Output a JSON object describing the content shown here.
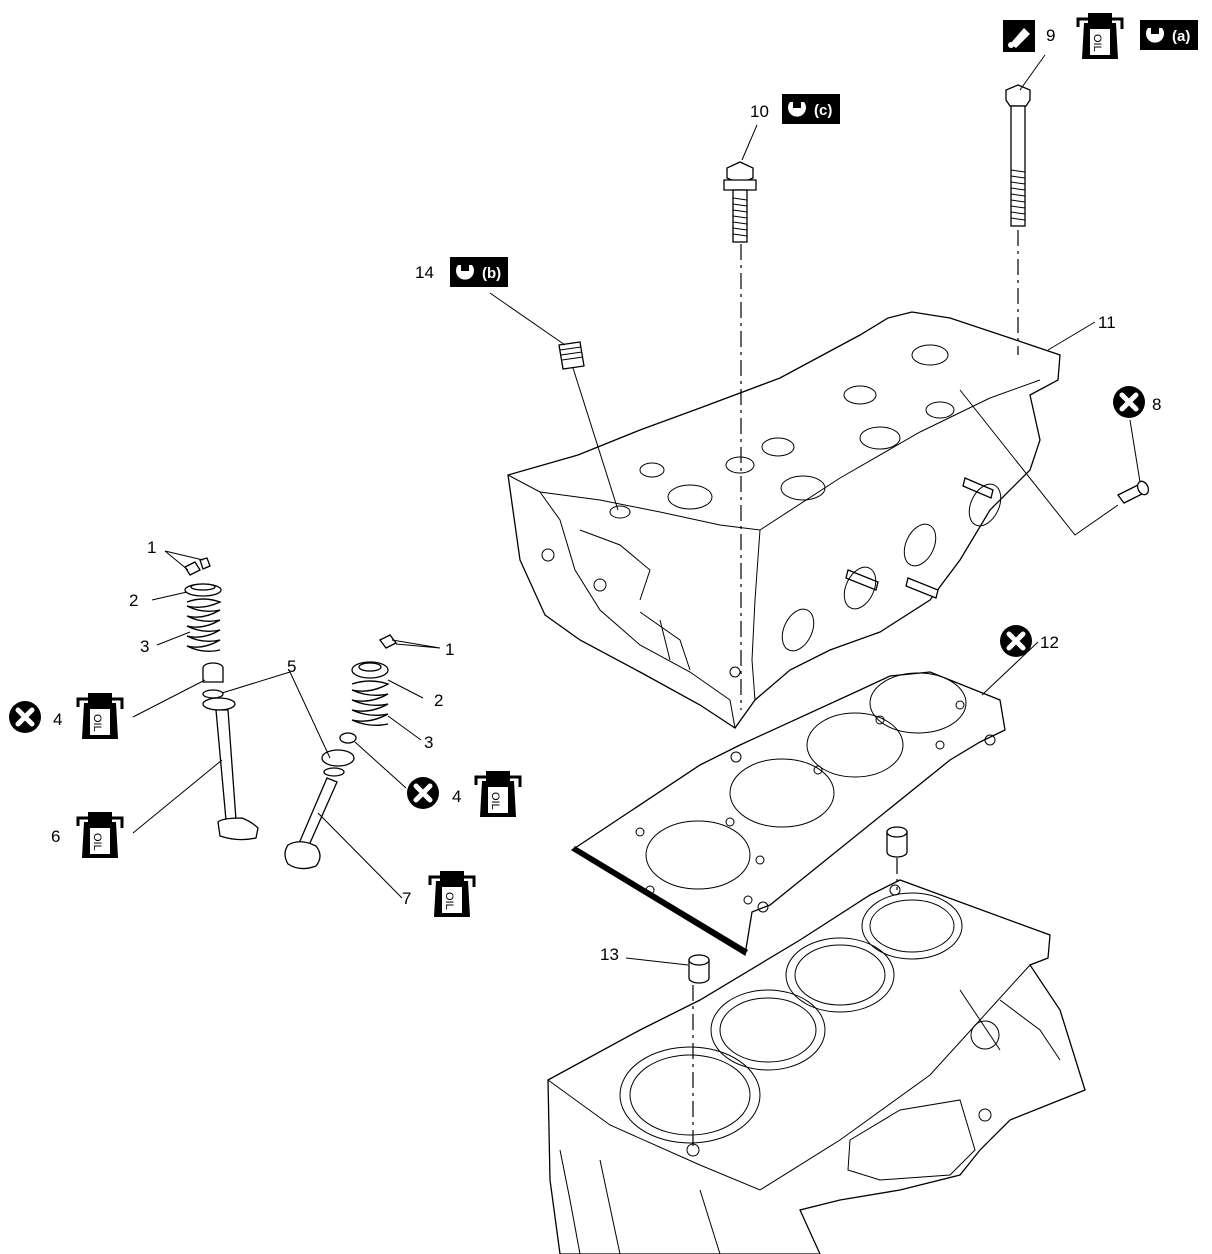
{
  "callouts": {
    "p1a": "1",
    "p2a": "2",
    "p3a": "3",
    "p4a": "4",
    "p5": "5",
    "p6": "6",
    "p7": "7",
    "p8": "8",
    "p9": "9",
    "p10": "10",
    "p11": "11",
    "p12": "12",
    "p13": "13",
    "p14": "14",
    "p1b": "1",
    "p2b": "2",
    "p3b": "3",
    "p4b": "4"
  },
  "torque_tags": {
    "a": "(a)",
    "b": "(b)",
    "c": "(c)"
  },
  "oil_symbol_text": "OIL",
  "icons": {
    "do_not_reuse": "do-not-reuse-icon",
    "apply_oil": "oil-can-icon",
    "torque": "torque-wrench-icon",
    "sealant": "sealant-icon"
  }
}
